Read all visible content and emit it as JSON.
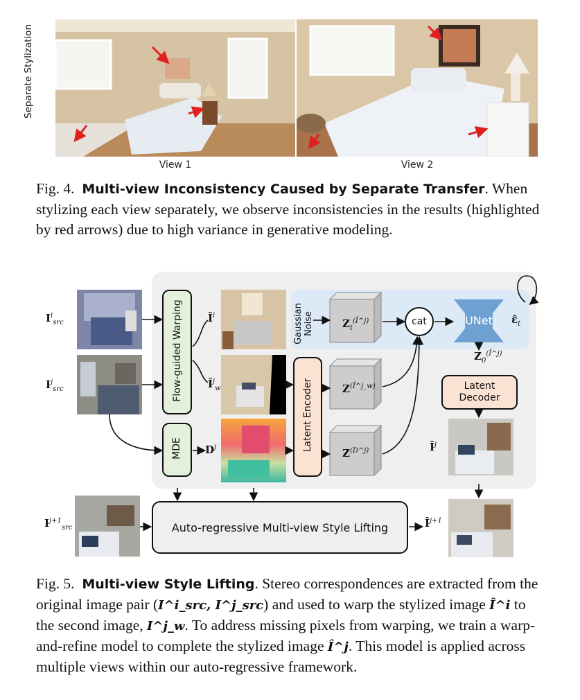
{
  "fig4": {
    "side_label": "Separate Stylization",
    "view1_label": "View 1",
    "view2_label": "View 2",
    "caption_prefix": "Fig. 4.",
    "caption_title": "Multi-view Inconsistency Caused by Separate Transfer",
    "caption_body": ". When stylizing each view separately, we observe inconsistencies in the results (highlighted by red arrows) due to high variance in generative modeling."
  },
  "fig5": {
    "labels": {
      "src_i": "I",
      "src_i_sup": "i",
      "src_i_sub": "src",
      "src_j": "I",
      "src_j_sup": "j",
      "src_j_sub": "src",
      "src_j1": "I",
      "src_j1_sup": "j+1",
      "src_j1_sub": "src",
      "hat_i": "Î",
      "hat_i_sup": "i",
      "hat_w": "Î",
      "hat_w_sup": "j",
      "hat_w_sub": "w",
      "depth": "D",
      "depth_sup": "j",
      "z_t": "Z",
      "z_t_sup": "(Î^j)",
      "z_t_sub": "t",
      "z_w": "Z",
      "z_w_sup": "(Î^j_w)",
      "z_d": "Z",
      "z_d_sup": "(D^j)",
      "z_0": "Z",
      "z_0_sup": "(Î^j)",
      "z_0_sub": "0",
      "eps": "ε̂",
      "eps_sub": "t",
      "out_j": "Î",
      "out_j_sup": "j",
      "out_j1": "Î",
      "out_j1_sup": "j+1"
    },
    "modules": {
      "flow": "Flow-guided Warping",
      "mde": "MDE",
      "encoder": "Latent Encoder",
      "gaussian": "Gaussian Noise",
      "cat": "cat",
      "unet": "UNet",
      "decoder": "Latent Decoder",
      "autoreg": "Auto-regressive Multi-view Style Lifting"
    },
    "caption_prefix": "Fig. 5.",
    "caption_title": "Multi-view Style Lifting",
    "caption_body_1": ". Stereo correspondences are extracted from the original image pair (",
    "caption_math_1": "I^i_src, I^j_src",
    "caption_body_2": ") and used to warp the stylized image ",
    "caption_math_2": "Î^i",
    "caption_body_3": " to the second image, ",
    "caption_math_3": "I^j_w",
    "caption_body_4": ". To address missing pixels from warping, we train a warp-and-refine model to complete the stylized image ",
    "caption_math_4": "Î^j",
    "caption_body_5": ". This model is applied across multiple views within our auto-regressive framework."
  },
  "colors": {
    "arrow_red": "#e02020",
    "panel_gray": "#efefef",
    "noise_blue": "#dce9f6",
    "unet_blue": "#6fa0d2",
    "flow_green": "#e3f1dc",
    "encoder_peach": "#fbe3d4"
  }
}
